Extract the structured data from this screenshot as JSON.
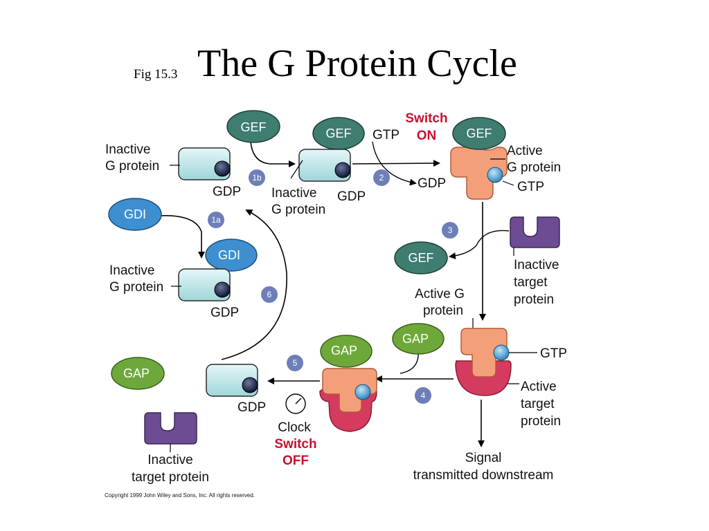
{
  "figure_label": "Fig 15.3",
  "title": "The G Protein Cycle",
  "labels": {
    "inactive": "Inactive",
    "g_protein": "G protein",
    "gdp": "GDP",
    "gtp": "GTP",
    "gef": "GEF",
    "gdi": "GDI",
    "gap": "GAP",
    "switch": "Switch",
    "on": "ON",
    "off": "OFF",
    "active": "Active",
    "active_g": "Active G",
    "protein": "protein",
    "target": "target",
    "target_protein": "target protein",
    "clock": "Clock",
    "signal": "Signal",
    "transmitted": "transmitted downstream"
  },
  "steps": [
    "1a",
    "1b",
    "2",
    "3",
    "4",
    "5",
    "6"
  ],
  "copyright": "Copyright 1999 John Wiley and Sons, Inc. All rights reserved.",
  "colors": {
    "g_protein": "#c7ecee",
    "gef": "#3e7d70",
    "gdi": "#3d8fd0",
    "gap": "#6fa83a",
    "active_g": "#f3a07a",
    "target_inactive": "#6d4c93",
    "target_active": "#d43b5e",
    "step_badge": "#6d7fb8",
    "switch_text": "#c4122f"
  }
}
